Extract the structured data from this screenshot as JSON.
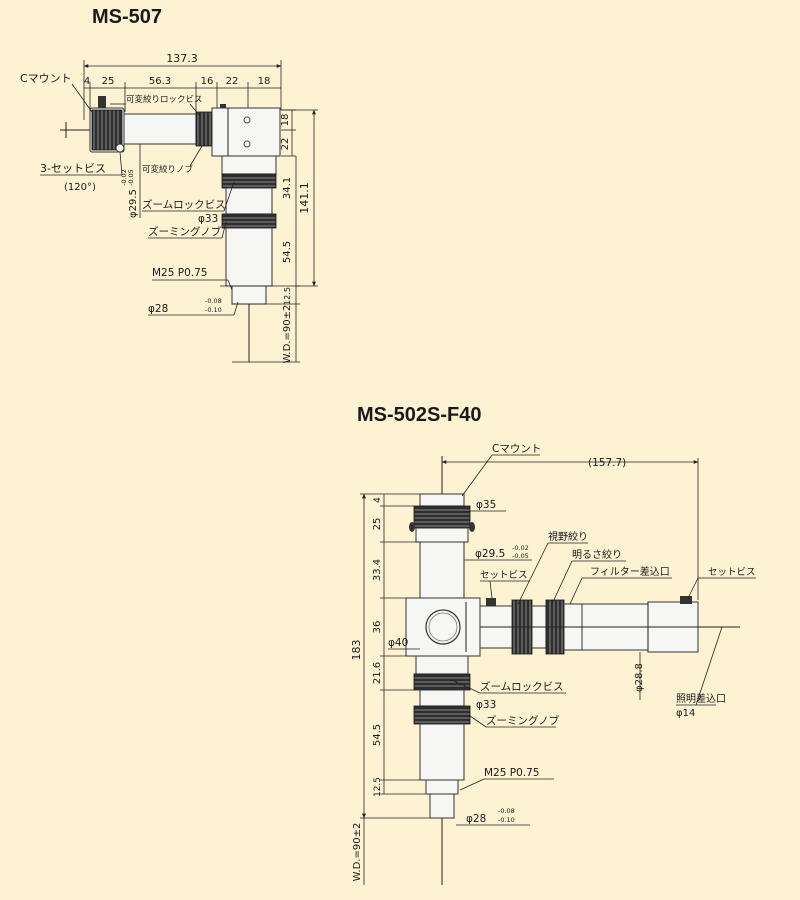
{
  "ms507": {
    "title": "MS-507",
    "dim_total": "137.3",
    "dim_4": "4",
    "dim_25": "25",
    "dim_56_3": "56.3",
    "dim_16": "16",
    "dim_22a": "22",
    "dim_18a": "18",
    "dim_18b": "18",
    "dim_22b": "22",
    "dim_34_1": "34.1",
    "dim_141_1": "141.1",
    "dim_54_5": "54.5",
    "dim_12_5": "12.5",
    "dim_wd": "W.D.=90±2",
    "dim_phi33": "φ33",
    "dim_phi29_5": "φ29.5",
    "dim_phi29_5_tol_top": "-0.02",
    "dim_phi29_5_tol_bot": "-0.05",
    "dim_phi28": "φ28",
    "dim_phi28_tol_top": "-0.08",
    "dim_phi28_tol_bot": "-0.10",
    "label_cmount": "Cマウント",
    "label_variable_lock": "可変絞りロックビス",
    "label_variable_knob": "可変絞りノブ",
    "label_3set": "3-セットビス",
    "label_120": "(120°)",
    "label_zoom_lock": "ズームロックビス",
    "label_zoom_knob": "ズーミングノブ",
    "label_m25": "M25 P0.75"
  },
  "ms502": {
    "title": "MS-502S-F40",
    "dim_157_7": "(157.7)",
    "dim_4": "4",
    "dim_25": "25",
    "dim_33_4": "33.4",
    "dim_36": "36",
    "dim_183": "183",
    "dim_21_6": "21.6",
    "dim_54_5": "54.5",
    "dim_12_5": "12.5",
    "dim_wd": "W.D.=90±2",
    "dim_phi35": "φ35",
    "dim_phi29_5": "φ29.5",
    "dim_phi29_5_tol_top": "-0.02",
    "dim_phi29_5_tol_bot": "-0.05",
    "dim_phi40": "φ40",
    "dim_phi33": "φ33",
    "dim_phi28": "φ28",
    "dim_phi28_tol_top": "-0.08",
    "dim_phi28_tol_bot": "-0.10",
    "dim_phi28_8": "φ28.8",
    "dim_phi14": "φ14",
    "label_cmount": "Cマウント",
    "label_set_screw_a": "セットビス",
    "label_set_screw_b": "セットビス",
    "label_field_iris": "視野絞り",
    "label_brightness_iris": "明るさ絞り",
    "label_filter_slot": "フィルター差込口",
    "label_illum_slot": "照明差込口",
    "label_zoom_lock": "ズームロックビス",
    "label_zoom_knob": "ズーミングノブ",
    "label_m25": "M25 P0.75"
  }
}
